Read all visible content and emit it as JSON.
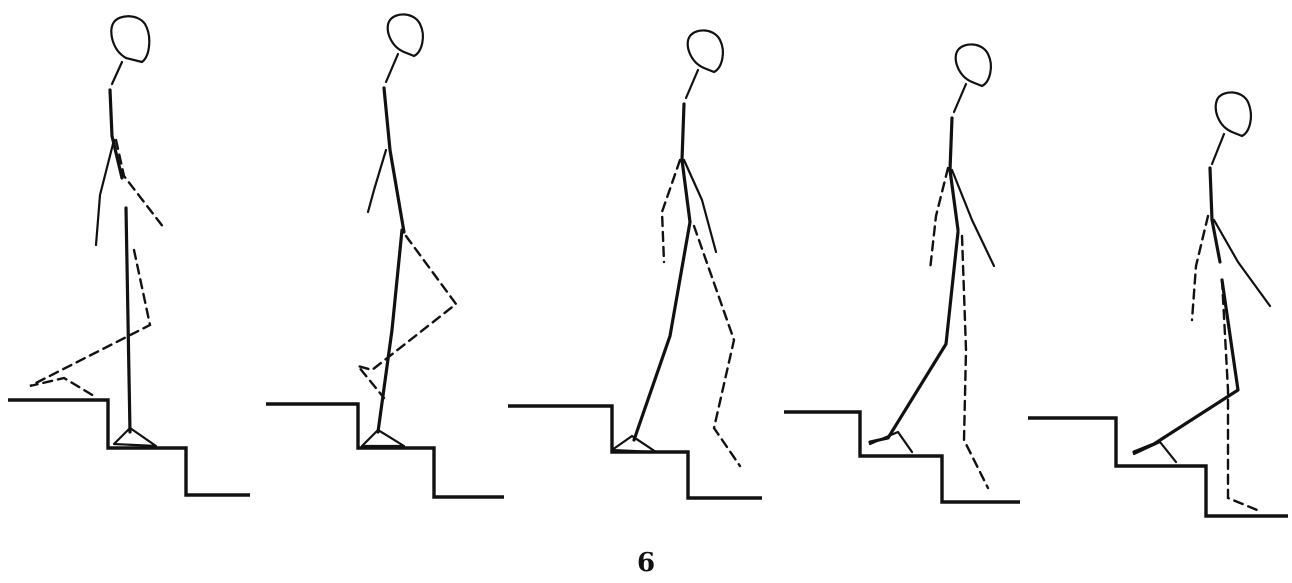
{
  "figure": {
    "number": "6",
    "frames": [
      {
        "id": "frame-1"
      },
      {
        "id": "frame-2"
      },
      {
        "id": "frame-3"
      },
      {
        "id": "frame-4"
      },
      {
        "id": "frame-5"
      }
    ]
  }
}
